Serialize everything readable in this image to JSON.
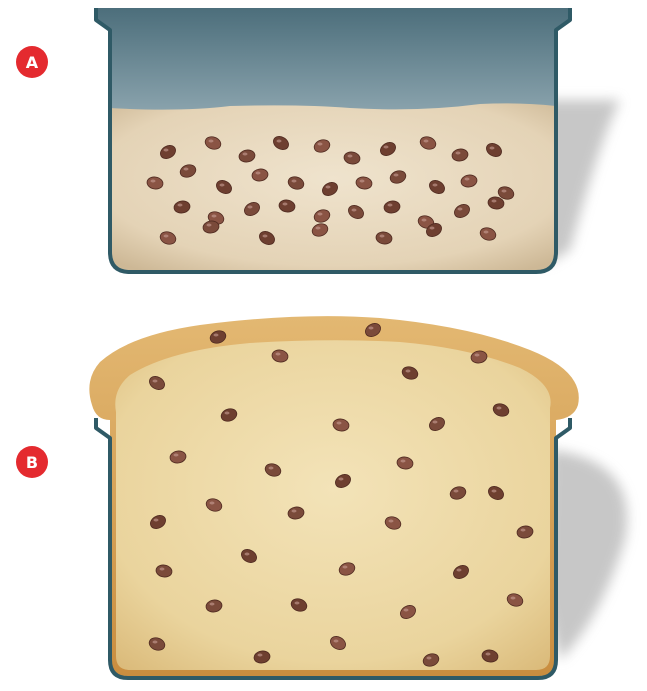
{
  "panels": [
    {
      "id": "A",
      "label": "A",
      "badge_color": "#e42a2f"
    },
    {
      "id": "B",
      "label": "B",
      "badge_color": "#e42a2f"
    }
  ],
  "colors": {
    "pan_stroke": "#2f5a66",
    "pan_water_top": "#4c6e7b",
    "pan_water_bottom": "#7e99a3",
    "dough": "#e4d3b6",
    "bread_crumb": "#ead49d",
    "bread_crust": "#d29a4e",
    "raisin": "#7a4a3a"
  }
}
